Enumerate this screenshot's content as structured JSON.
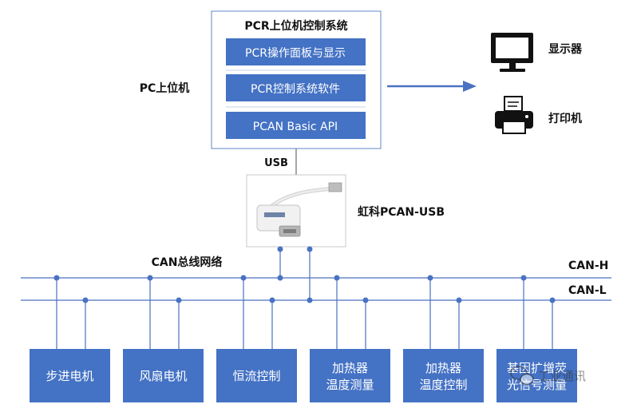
{
  "pc_label": "PC上位机",
  "system": {
    "title": "PCR上位机控制系统",
    "layers": [
      "PCR操作面板与显示",
      "PCR控制系统软件",
      "PCAN Basic API"
    ]
  },
  "devices": {
    "monitor": "显示器",
    "printer": "打印机"
  },
  "usb_label": "USB",
  "adapter_label": "虹科PCAN-USB",
  "bus": {
    "title": "CAN总线网络",
    "can_h": "CAN-H",
    "can_l": "CAN-L"
  },
  "nodes": [
    {
      "lines": [
        "步进电机"
      ]
    },
    {
      "lines": [
        "风扇电机"
      ]
    },
    {
      "lines": [
        "恒流控制"
      ]
    },
    {
      "lines": [
        "加热器",
        "温度测量"
      ]
    },
    {
      "lines": [
        "加热器",
        "温度控制"
      ]
    },
    {
      "lines": [
        "基因扩增荧",
        "光信号测量"
      ]
    }
  ],
  "watermark": "工业通讯",
  "colors": {
    "box_blue": "#4472c4",
    "line_blue": "#4a72c2",
    "frame": "#5a82c8"
  }
}
